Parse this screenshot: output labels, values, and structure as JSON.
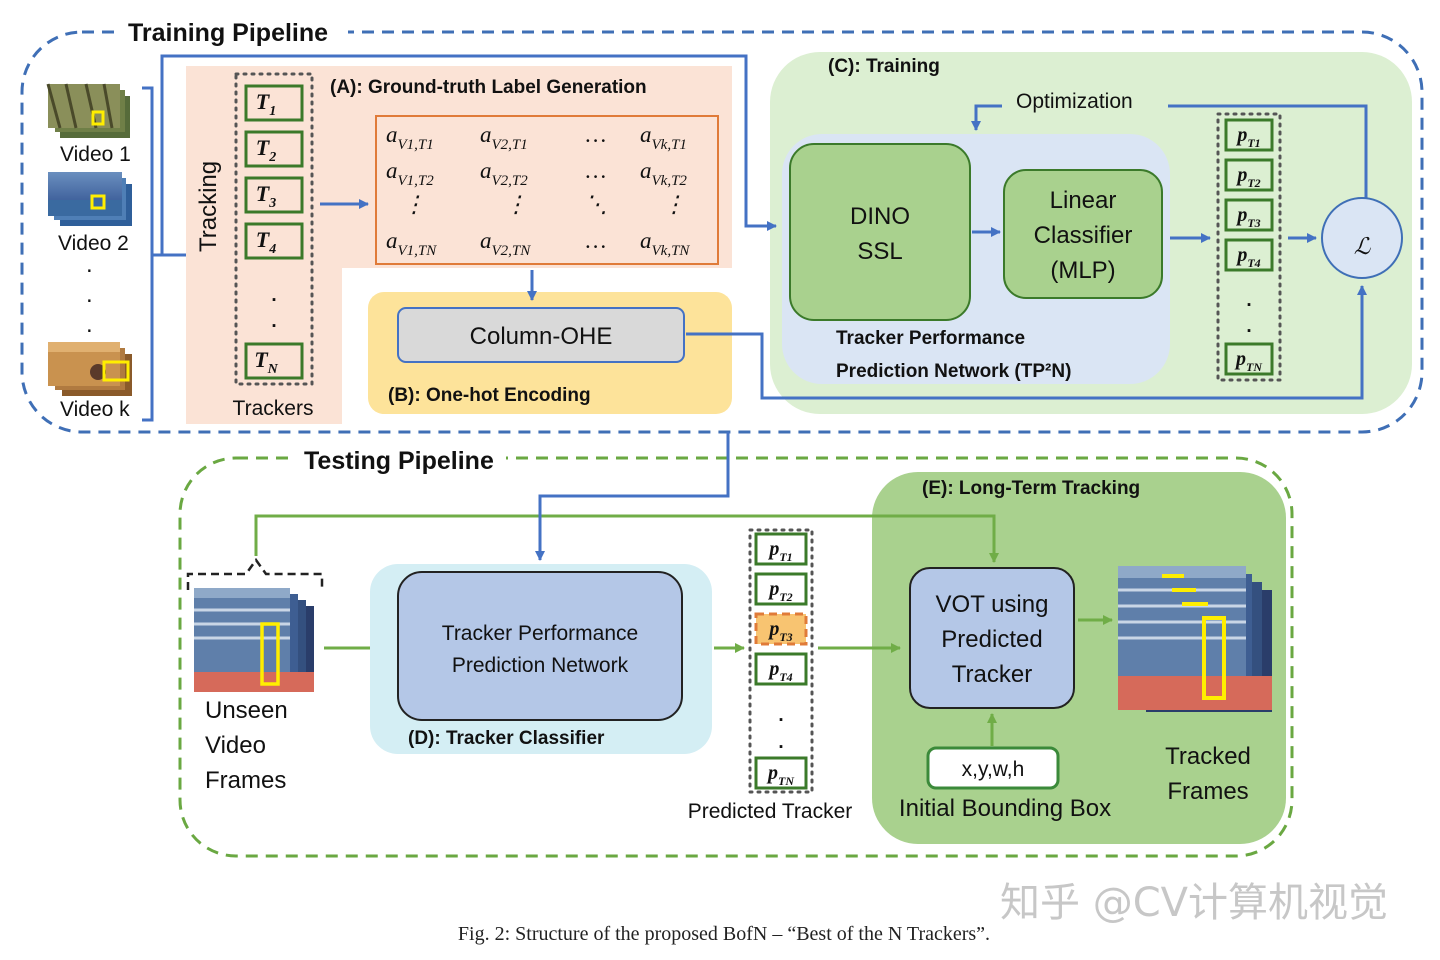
{
  "training": {
    "title": "Training Pipeline",
    "videos": [
      "Video 1",
      "Video 2",
      "Video k"
    ],
    "tracking_label": "Tracking",
    "trackers": [
      "T1",
      "T2",
      "T3",
      "T4",
      "TN"
    ],
    "trackers_label": "Trackers",
    "section_a": "(A): Ground-truth Label Generation",
    "matrix": {
      "rows": [
        [
          "a_{V1,T1}",
          "a_{V2,T1}",
          "…",
          "a_{Vk,T1}"
        ],
        [
          "a_{V1,T2}",
          "a_{V2,T2}",
          "…",
          "a_{Vk,T2}"
        ],
        [
          "⋮",
          "⋮",
          "⋱",
          "⋮"
        ],
        [
          "a_{V1,TN}",
          "a_{V2,TN}",
          "…",
          "a_{Vk,TN}"
        ]
      ]
    },
    "section_b": "(B): One-hot Encoding",
    "column_ohe": "Column-OHE",
    "section_c": "(C): Training",
    "optimization": "Optimization",
    "dino_line1": "DINO",
    "dino_line2": "SSL",
    "linear_line1": "Linear",
    "linear_line2": "Classifier",
    "linear_line3": "(MLP)",
    "tp2n_line1": "Tracker Performance",
    "tp2n_line2": "Prediction Network (TP²N)",
    "probs": [
      "pT1",
      "pT2",
      "pT3",
      "pT4",
      "pTN"
    ],
    "loss_symbol": "ℒ"
  },
  "testing": {
    "title": "Testing Pipeline",
    "unseen_line1": "Unseen",
    "unseen_line2": "Video",
    "unseen_line3": "Frames",
    "tpn_line1": "Tracker Performance",
    "tpn_line2": "Prediction Network",
    "section_d": "(D): Tracker Classifier",
    "probs": [
      "pT1",
      "pT2",
      "pT3",
      "pT4",
      "pTN"
    ],
    "selected_index": 2,
    "predicted_tracker": "Predicted Tracker",
    "section_e": "(E): Long-Term Tracking",
    "vot_line1": "VOT using",
    "vot_line2": "Predicted",
    "vot_line3": "Tracker",
    "bbox_value": "x,y,w,h",
    "bbox_label": "Initial Bounding Box",
    "tracked_line1": "Tracked",
    "tracked_line2": "Frames"
  },
  "caption": "Fig. 2: Structure of the proposed BofN – “Best of the N Trackers”.",
  "watermark": "知乎 @CV计算机视觉",
  "colors": {
    "training_border": "#3f6fb6",
    "testing_border": "#6aa842",
    "arrow_blue": "#4472c4",
    "arrow_green": "#70ad47",
    "panel_a": "#fbe3d6",
    "panel_b": "#fde39a",
    "panel_c": "#dcefd2",
    "panel_tp2n": "#dae5f4",
    "box_green": "#a9d18e",
    "box_green_border": "#3b7a2a",
    "panel_d": "#d4eef4",
    "tpn_box": "#b4c7e7",
    "panel_e": "#a9d18e",
    "ohe_box": "#d9d9d9",
    "highlight": "#f8c471"
  }
}
